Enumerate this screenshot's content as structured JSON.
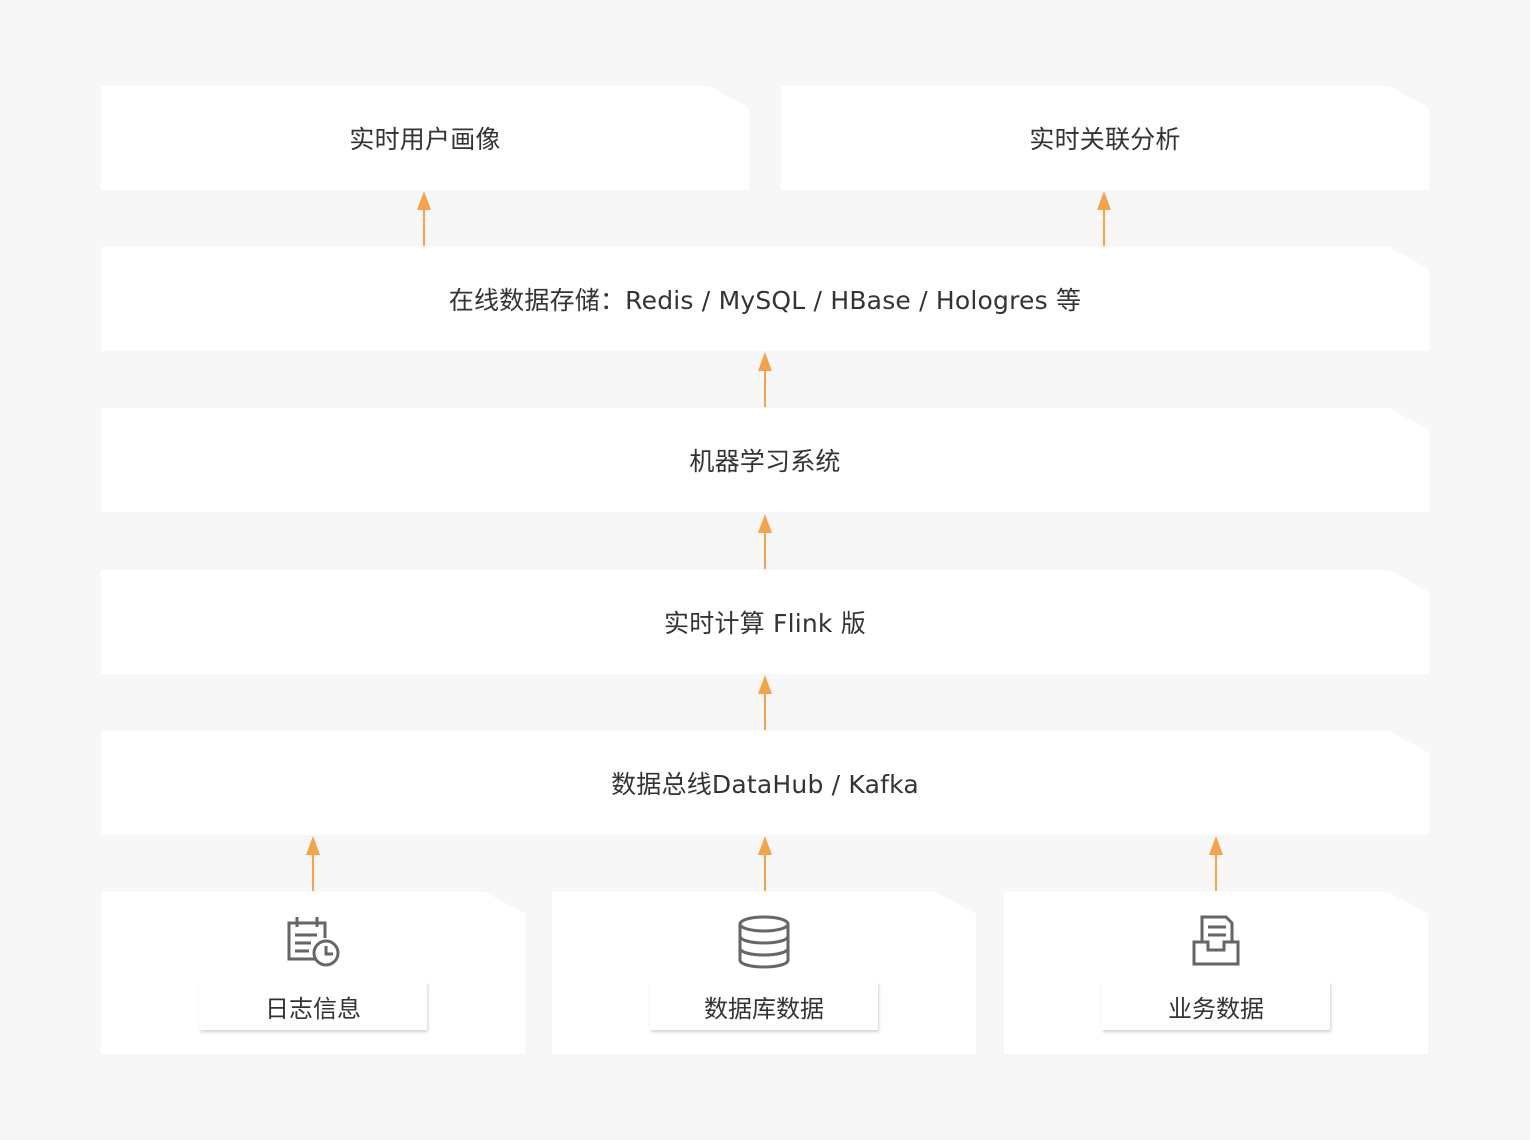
{
  "colors": {
    "background": "#f7f7f7",
    "card": "#ffffff",
    "text": "#333333",
    "arrow": "#f5a34a",
    "icon": "#666666"
  },
  "layers": {
    "output_left": "实时用户画像",
    "output_right": "实时关联分析",
    "storage": "在线数据存储：Redis / MySQL / HBase / Hologres 等",
    "ml": "机器学习系统",
    "compute": "实时计算 Flink 版",
    "bus": "数据总线DataHub / Kafka"
  },
  "sources": [
    {
      "label": "日志信息",
      "icon": "log-calendar-icon"
    },
    {
      "label": "数据库数据",
      "icon": "database-icon"
    },
    {
      "label": "业务数据",
      "icon": "business-inbox-icon"
    }
  ]
}
